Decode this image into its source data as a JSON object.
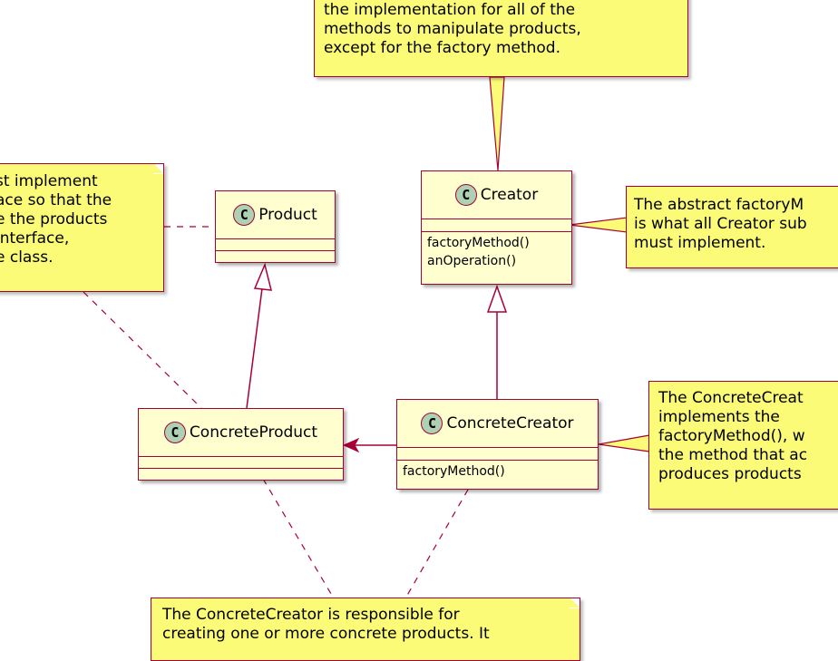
{
  "notes": {
    "top": {
      "lines": [
        "the implementation for all of the",
        "methods to manipulate products,",
        "except for the factory method."
      ]
    },
    "left": {
      "lines": [
        "st implement",
        "ace so that the",
        "e the products",
        "interface,",
        "e class."
      ]
    },
    "abstract_factory": {
      "lines": [
        "The abstract factoryM",
        "is what all Creator sub",
        "must implement."
      ]
    },
    "concrete_creator_right": {
      "lines": [
        "The ConcreteCreat",
        "implements the",
        "factoryMethod(), w",
        "the method that ac",
        "produces products"
      ]
    },
    "bottom": {
      "lines": [
        "The ConcreteCreator is responsible for",
        "creating one or more concrete products. It"
      ]
    }
  },
  "classes": {
    "product": {
      "badge": "C",
      "name": "Product",
      "methods": []
    },
    "creator": {
      "badge": "C",
      "name": "Creator",
      "methods": [
        "factoryMethod()",
        "anOperation()"
      ]
    },
    "concrete_product": {
      "badge": "C",
      "name": "ConcreteProduct",
      "methods": []
    },
    "concrete_creator": {
      "badge": "C",
      "name": "ConcreteCreator",
      "methods": [
        "factoryMethod()"
      ]
    }
  },
  "colors": {
    "note_fill": "#fbfb77",
    "class_fill": "#fefece",
    "border": "#a80036",
    "badge_fill": "#add1b2"
  }
}
